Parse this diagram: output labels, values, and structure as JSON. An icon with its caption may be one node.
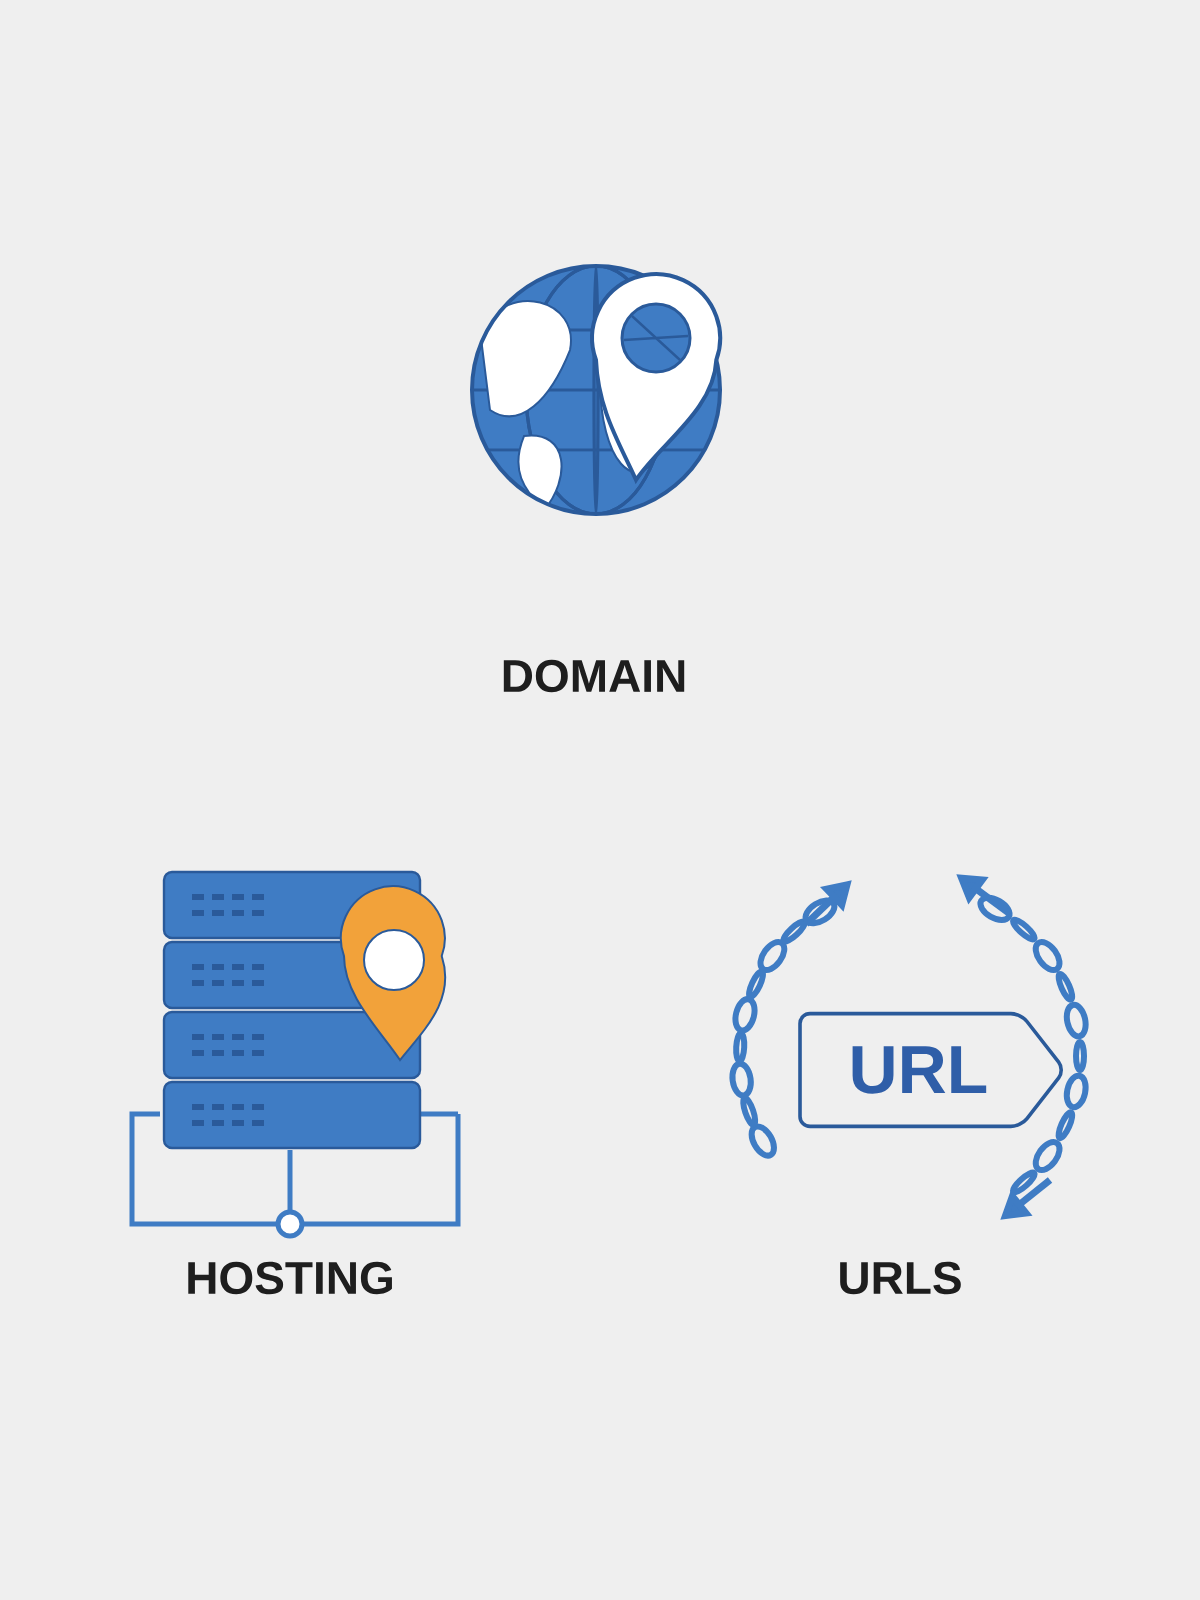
{
  "diagram": {
    "nodes": [
      {
        "text": [
          "URL"
        ]
      }
    ],
    "labels": [
      "DOMAIN",
      "HOSTING",
      "URLS"
    ]
  }
}
